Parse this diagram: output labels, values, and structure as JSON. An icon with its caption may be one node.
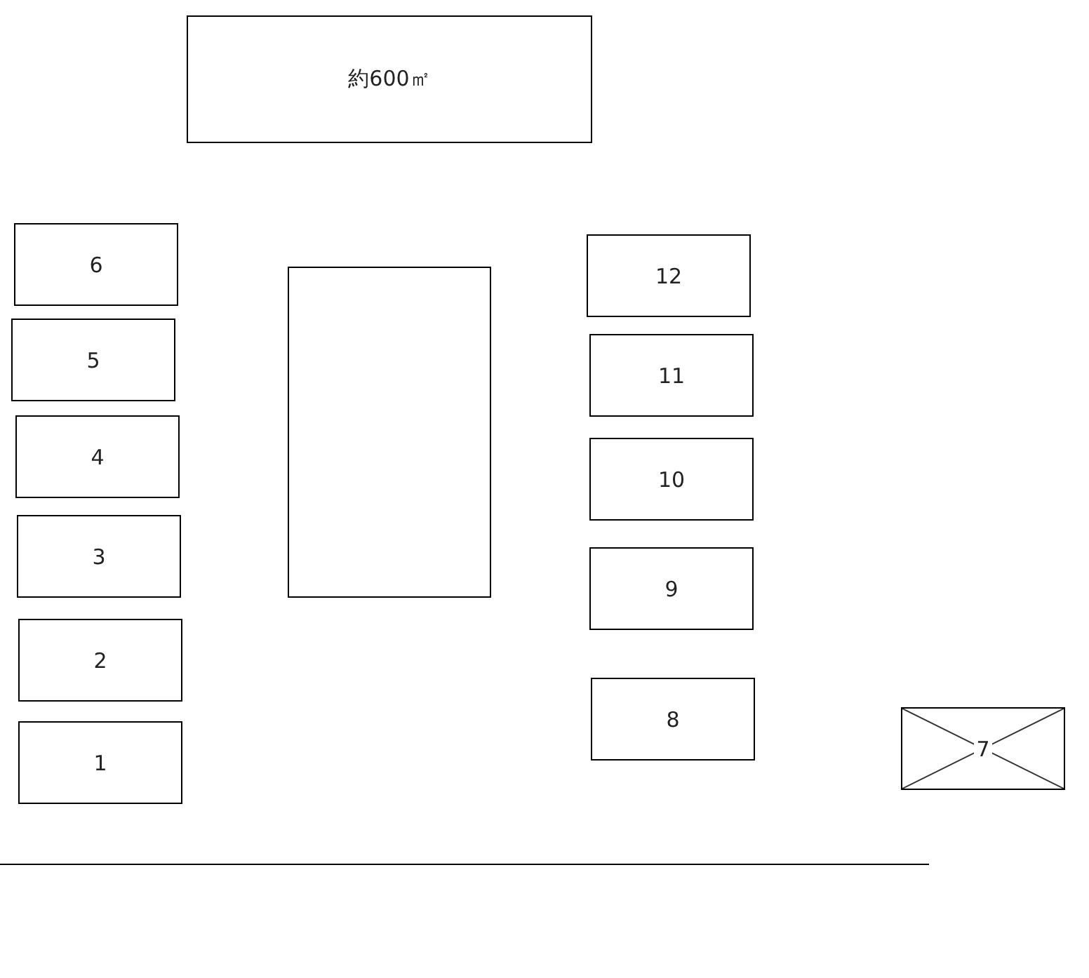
{
  "diagram": {
    "nodes": [
      {
        "text": [
          "約600㎡"
        ]
      },
      {
        "text": [
          "6"
        ]
      },
      {
        "text": [
          "5"
        ]
      },
      {
        "text": [
          "4"
        ]
      },
      {
        "text": [
          "3"
        ]
      },
      {
        "text": [
          "2"
        ]
      },
      {
        "text": [
          "1"
        ]
      },
      {
        "text": [],
        "shape": "box"
      },
      {
        "text": [
          "12"
        ]
      },
      {
        "text": [
          "11"
        ]
      },
      {
        "text": [
          "10"
        ]
      },
      {
        "text": [
          "9"
        ]
      },
      {
        "text": [
          "8"
        ]
      },
      {
        "text": [
          "7"
        ]
      }
    ]
  }
}
